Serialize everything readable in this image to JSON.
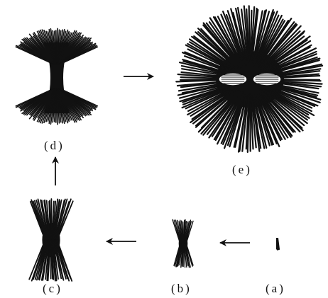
{
  "labels": {
    "a": "(a)",
    "b": "(b)",
    "c": "(c)",
    "d": "(d)",
    "e": "(e)"
  },
  "colors": {
    "ink": "#111111",
    "background": "#ffffff"
  },
  "icons": [
    "right-arrow-icon",
    "left-arrow-icon",
    "up-arrow-icon"
  ]
}
